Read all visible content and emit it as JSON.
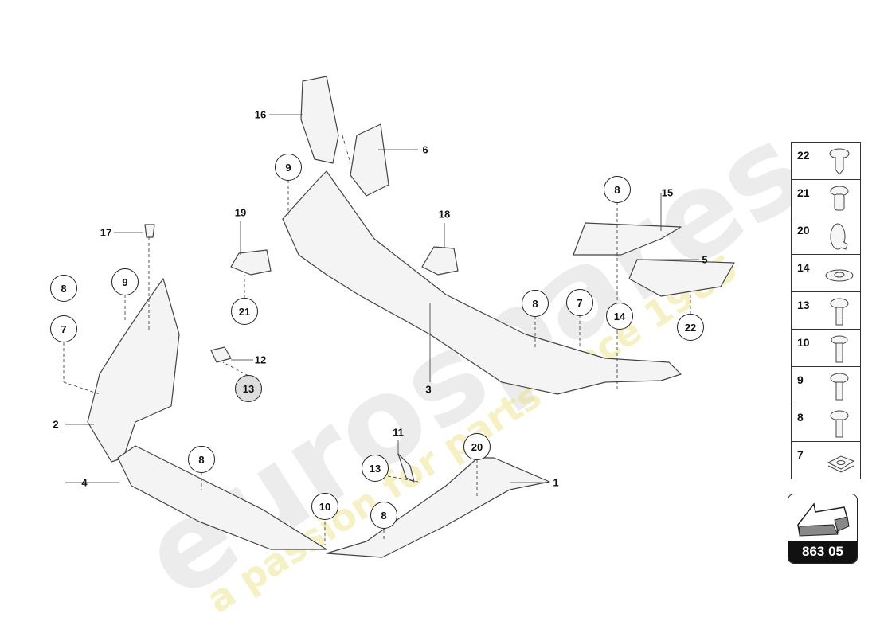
{
  "watermark": {
    "brand": "eurospares",
    "tagline": "a passion for parts since 1985"
  },
  "diagram_code": "863 05",
  "legend": [
    {
      "num": "22",
      "icon": "clip-screw-icon"
    },
    {
      "num": "21",
      "icon": "rivet-icon"
    },
    {
      "num": "20",
      "icon": "clip-icon"
    },
    {
      "num": "14",
      "icon": "washer-icon"
    },
    {
      "num": "13",
      "icon": "screw-icon"
    },
    {
      "num": "10",
      "icon": "bolt-icon"
    },
    {
      "num": "9",
      "icon": "screw-icon"
    },
    {
      "num": "8",
      "icon": "screw-icon"
    },
    {
      "num": "7",
      "icon": "speed-nut-icon"
    }
  ],
  "callouts": [
    {
      "label": "16",
      "style": "plain"
    },
    {
      "label": "6",
      "style": "plain"
    },
    {
      "label": "9",
      "style": "circle"
    },
    {
      "label": "19",
      "style": "plain"
    },
    {
      "label": "18",
      "style": "plain"
    },
    {
      "label": "17",
      "style": "plain"
    },
    {
      "label": "8",
      "style": "circle"
    },
    {
      "label": "15",
      "style": "plain"
    },
    {
      "label": "5",
      "style": "plain"
    },
    {
      "label": "8",
      "style": "circle"
    },
    {
      "label": "9",
      "style": "circle"
    },
    {
      "label": "7",
      "style": "circle"
    },
    {
      "label": "21",
      "style": "circle"
    },
    {
      "label": "8",
      "style": "circle"
    },
    {
      "label": "7",
      "style": "circle"
    },
    {
      "label": "14",
      "style": "circle"
    },
    {
      "label": "22",
      "style": "circle"
    },
    {
      "label": "12",
      "style": "plain"
    },
    {
      "label": "13",
      "style": "filled"
    },
    {
      "label": "3",
      "style": "plain"
    },
    {
      "label": "2",
      "style": "plain"
    },
    {
      "label": "11",
      "style": "plain"
    },
    {
      "label": "20",
      "style": "circle"
    },
    {
      "label": "13",
      "style": "circle"
    },
    {
      "label": "8",
      "style": "circle"
    },
    {
      "label": "4",
      "style": "plain"
    },
    {
      "label": "1",
      "style": "plain"
    },
    {
      "label": "10",
      "style": "circle"
    },
    {
      "label": "8",
      "style": "circle"
    }
  ]
}
